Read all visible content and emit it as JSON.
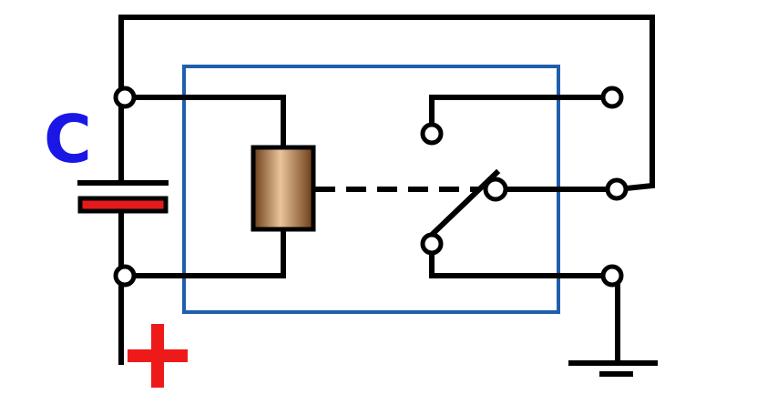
{
  "capacitor_label": "C",
  "polarity_label": "+",
  "colors": {
    "wire": "#000000",
    "relay_box": "#1f5fad",
    "label_c": "#1a17e6",
    "plus": "#ee1a1a",
    "capacitor_bar": "#e41b1b",
    "coil_light": "#e9c49b",
    "coil_dark": "#6b3b16"
  },
  "components": [
    "capacitor",
    "relay-coil",
    "changeover-switch",
    "ground"
  ]
}
